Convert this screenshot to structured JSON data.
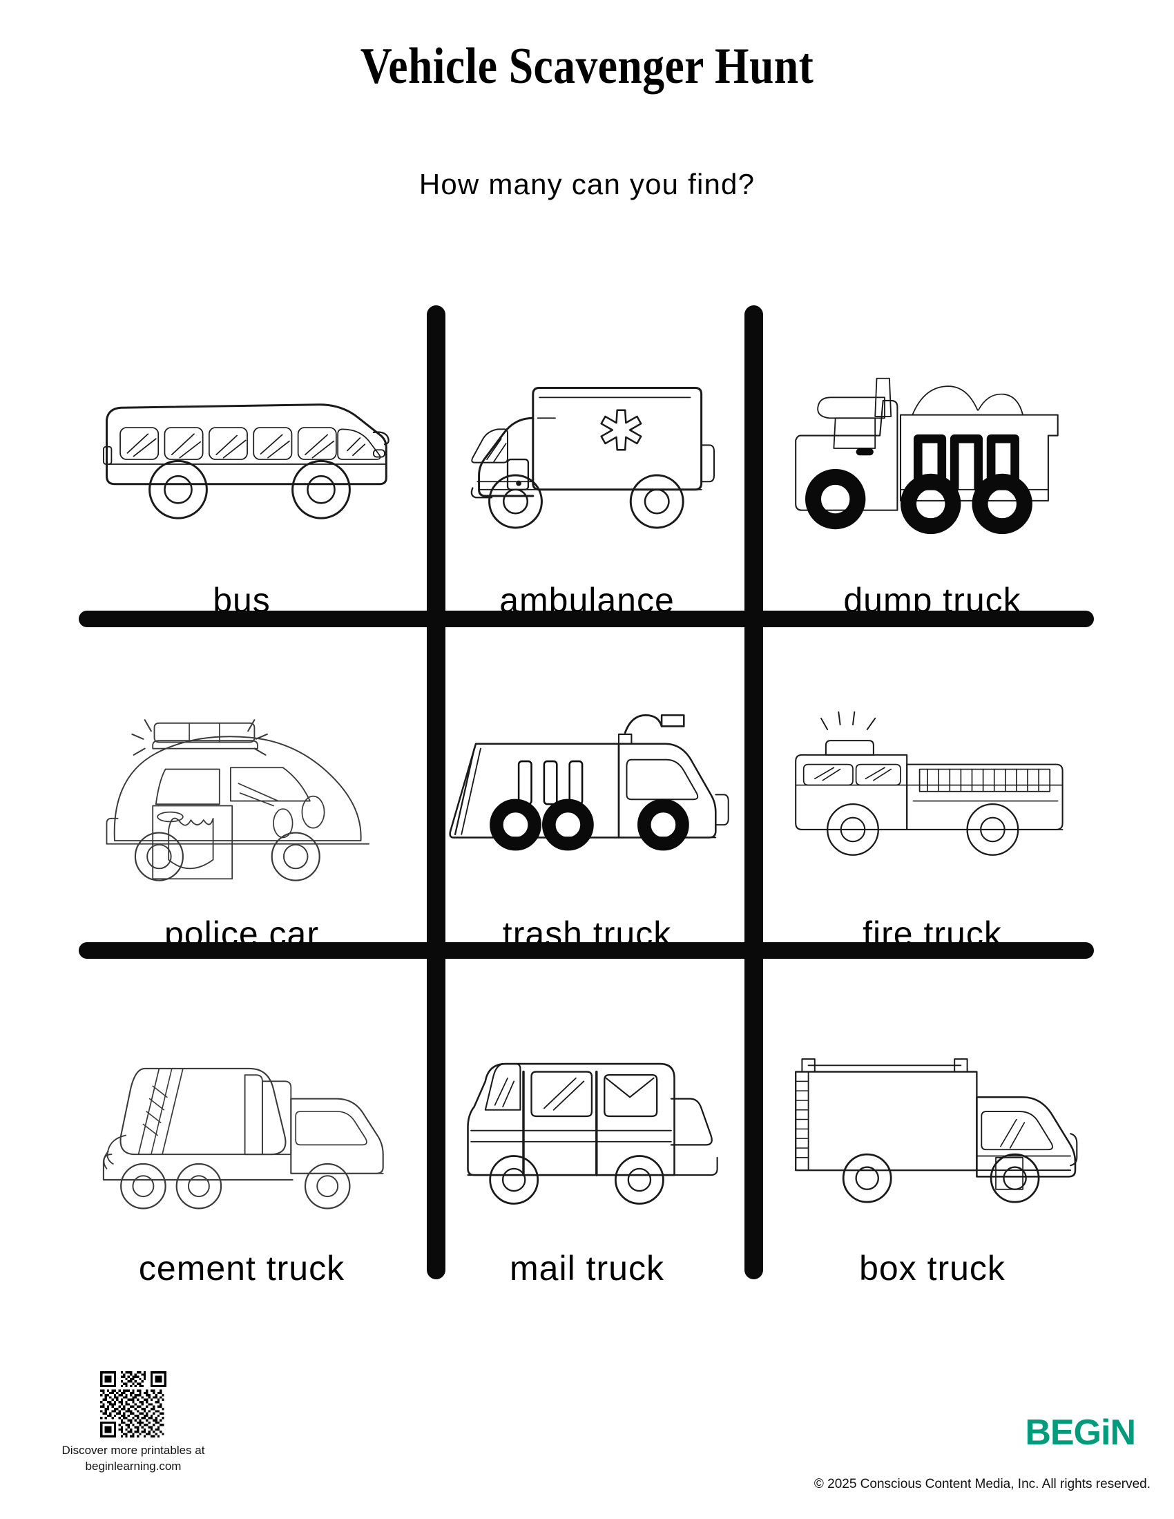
{
  "header": {
    "title": "Vehicle Scavenger Hunt",
    "subtitle": "How many can you find?"
  },
  "grid": {
    "rows": 3,
    "columns": 3,
    "cells": [
      {
        "label": "bus",
        "icon": "bus-illustration"
      },
      {
        "label": "ambulance",
        "icon": "ambulance-illustration"
      },
      {
        "label": "dump truck",
        "icon": "dump-truck-illustration"
      },
      {
        "label": "police car",
        "icon": "police-car-illustration"
      },
      {
        "label": "trash truck",
        "icon": "trash-truck-illustration"
      },
      {
        "label": "fire truck",
        "icon": "fire-truck-illustration"
      },
      {
        "label": "cement truck",
        "icon": "cement-truck-illustration"
      },
      {
        "label": "mail truck",
        "icon": "mail-truck-illustration"
      },
      {
        "label": "box truck",
        "icon": "box-truck-illustration"
      }
    ]
  },
  "footer": {
    "qr_icon": "qr-code-icon",
    "discover_line1": "Discover more printables at",
    "discover_line2": "beginlearning.com",
    "brand": "BEGiN",
    "brand_color": "#009B7D",
    "copyright": "© 2025 Conscious Content Media, Inc. All rights reserved."
  }
}
